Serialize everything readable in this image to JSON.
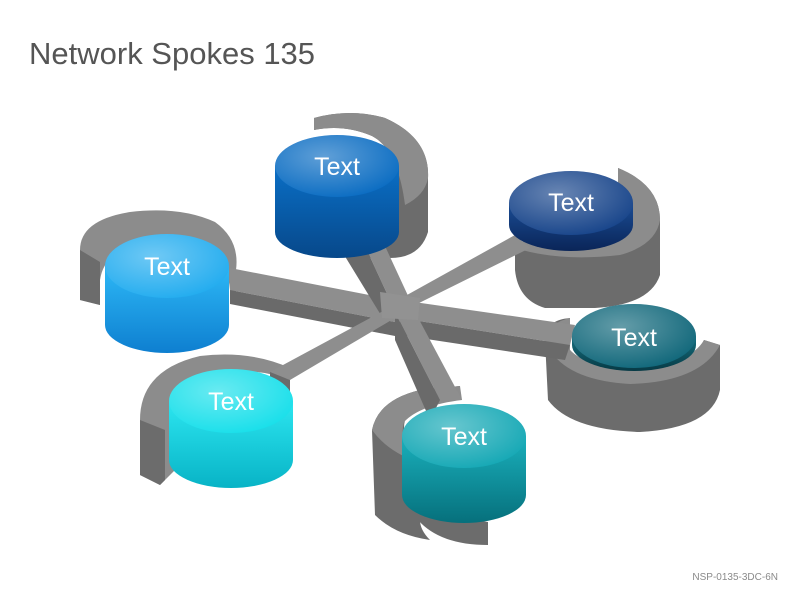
{
  "title": "Network Spokes 135",
  "code": "NSP-0135-3DC-6N",
  "nodes": [
    {
      "id": "node-top",
      "label": "Text",
      "color": "#0870c4"
    },
    {
      "id": "node-upper-right",
      "label": "Text",
      "color": "#12387a"
    },
    {
      "id": "node-left",
      "label": "Text",
      "color": "#1da8ee"
    },
    {
      "id": "node-right",
      "label": "Text",
      "color": "#0d5e6e"
    },
    {
      "id": "node-lower-left",
      "label": "Text",
      "color": "#14dde8"
    },
    {
      "id": "node-bottom",
      "label": "Text",
      "color": "#13a3b0"
    }
  ],
  "colors": {
    "structure_top": "#8e8e8e",
    "structure_side": "#6a6a6a",
    "title": "#555555"
  }
}
